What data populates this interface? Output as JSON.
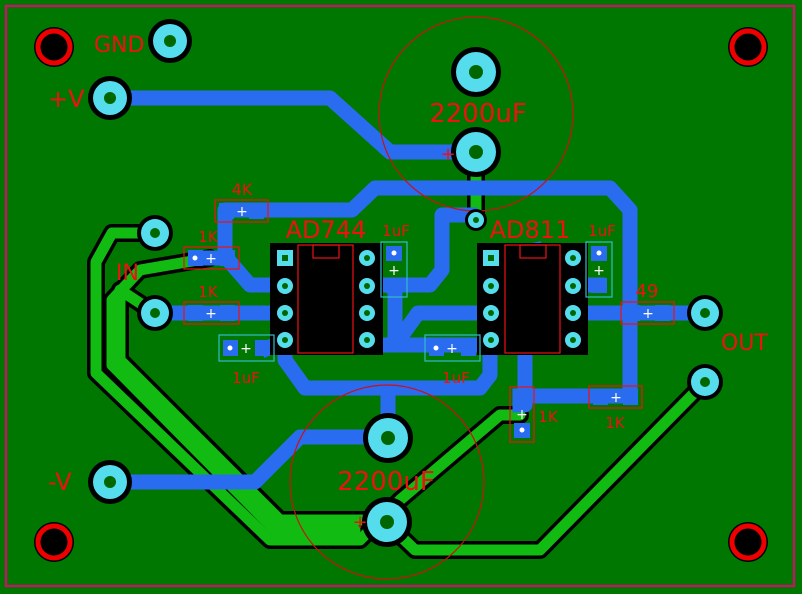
{
  "colors": {
    "board": "#007700",
    "outline": "#e8007a",
    "top_trace": "#2a6cf0",
    "bottom_trace": "#11bb11",
    "pad": "#55ddee",
    "silk": "#ee1111",
    "ic_body": "#000000",
    "hole_ring": "#ee0000"
  },
  "labels": {
    "gnd": "GND",
    "vplus": "+V",
    "in": "IN",
    "vminus": "-V",
    "out": "OUT",
    "ic1": "AD744",
    "ic2": "AD811",
    "cap_top_value": "2200uF",
    "cap_bottom_value": "2200uF",
    "cap_top_polarity": "+",
    "cap_bottom_polarity": "+",
    "r_4k": "4K",
    "r_1k_a": "1K",
    "r_1k_b": "1K",
    "r_1k_c": "1K",
    "r_1k_d": "1K",
    "r_49": "49",
    "c_1uf_a": "1uF",
    "c_1uf_b": "1uF",
    "c_1uf_c": "1uF",
    "c_1uf_d": "1uF"
  },
  "icons": {
    "mount_hole": "mounting-hole-icon",
    "pad": "round-pad-icon"
  }
}
